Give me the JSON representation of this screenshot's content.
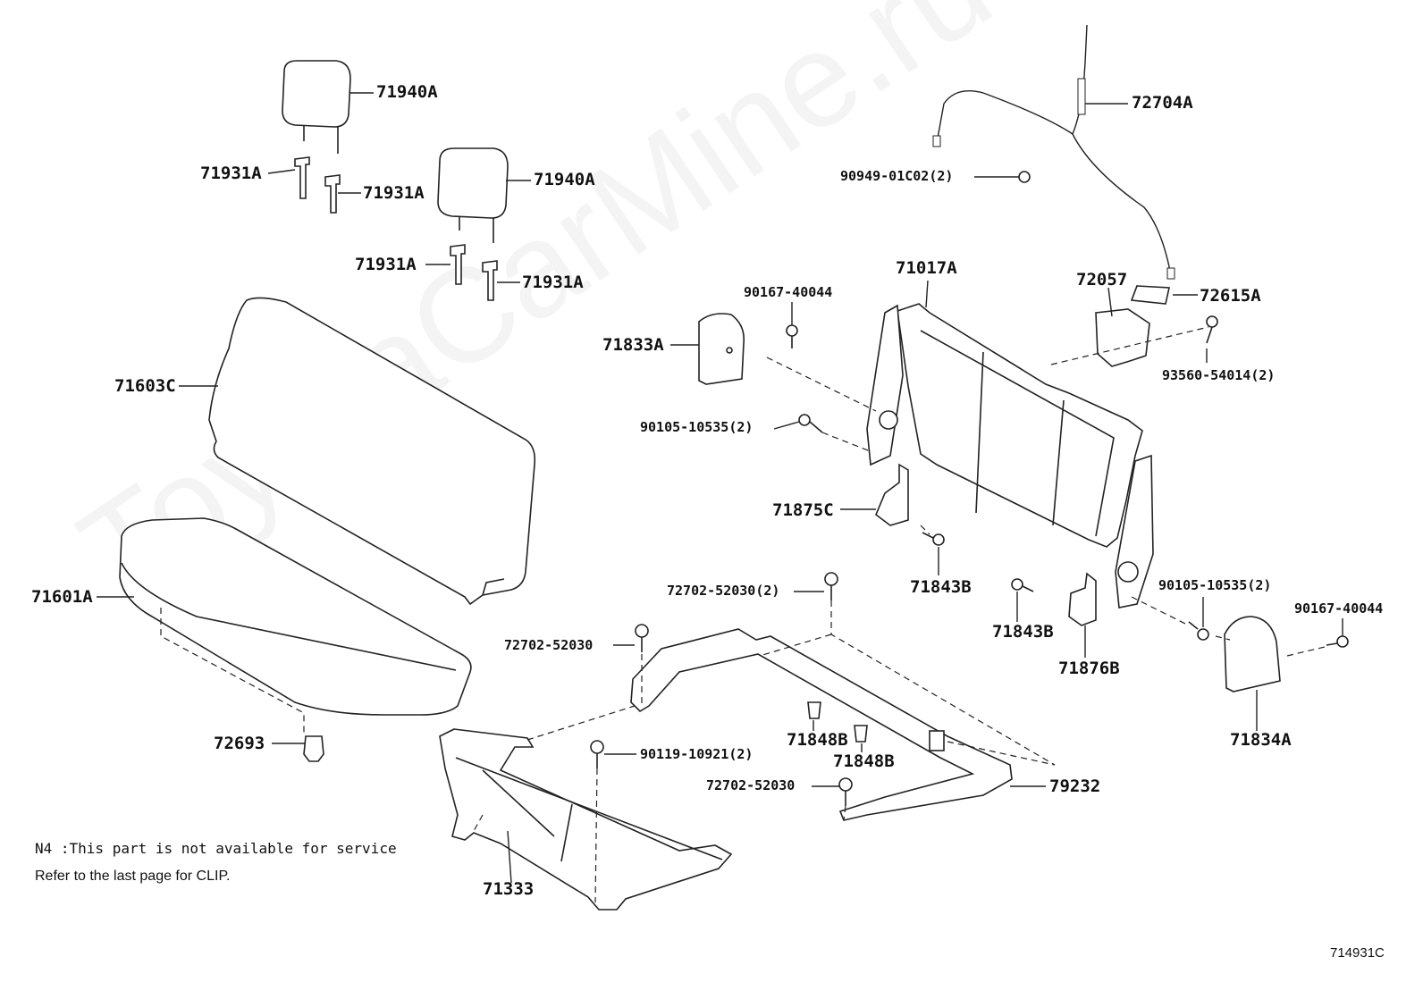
{
  "watermark": "ToyotaCarMine.ru",
  "diagram_code": "714931C",
  "notes": {
    "line1": "N4 :This part is not available for service",
    "line2": "Refer to the last page for CLIP."
  },
  "labels": {
    "p71940A_1": "71940A",
    "p71940A_2": "71940A",
    "p71931A_1": "71931A",
    "p71931A_2": "71931A",
    "p71931A_3": "71931A",
    "p71931A_4": "71931A",
    "p71603C": "71603C",
    "p71601A": "71601A",
    "p72693": "72693",
    "p71333": "71333",
    "p72704A": "72704A",
    "p90949": "90949-01C02(2)",
    "p71017A": "71017A",
    "p72057": "72057",
    "p72615A": "72615A",
    "p90167_1": "90167-40044",
    "p71833A": "71833A",
    "p93560": "93560-54014(2)",
    "p90105_1": "90105-10535(2)",
    "p71875C": "71875C",
    "p71843B_1": "71843B",
    "p71843B_2": "71843B",
    "p72702_1": "72702-52030(2)",
    "p72702_2": "72702-52030",
    "p72702_3": "72702-52030",
    "p90105_2": "90105-10535(2)",
    "p90167_2": "90167-40044",
    "p71876B": "71876B",
    "p71834A": "71834A",
    "p71848B_1": "71848B",
    "p71848B_2": "71848B",
    "p90119": "90119-10921(2)",
    "p79232": "79232"
  }
}
